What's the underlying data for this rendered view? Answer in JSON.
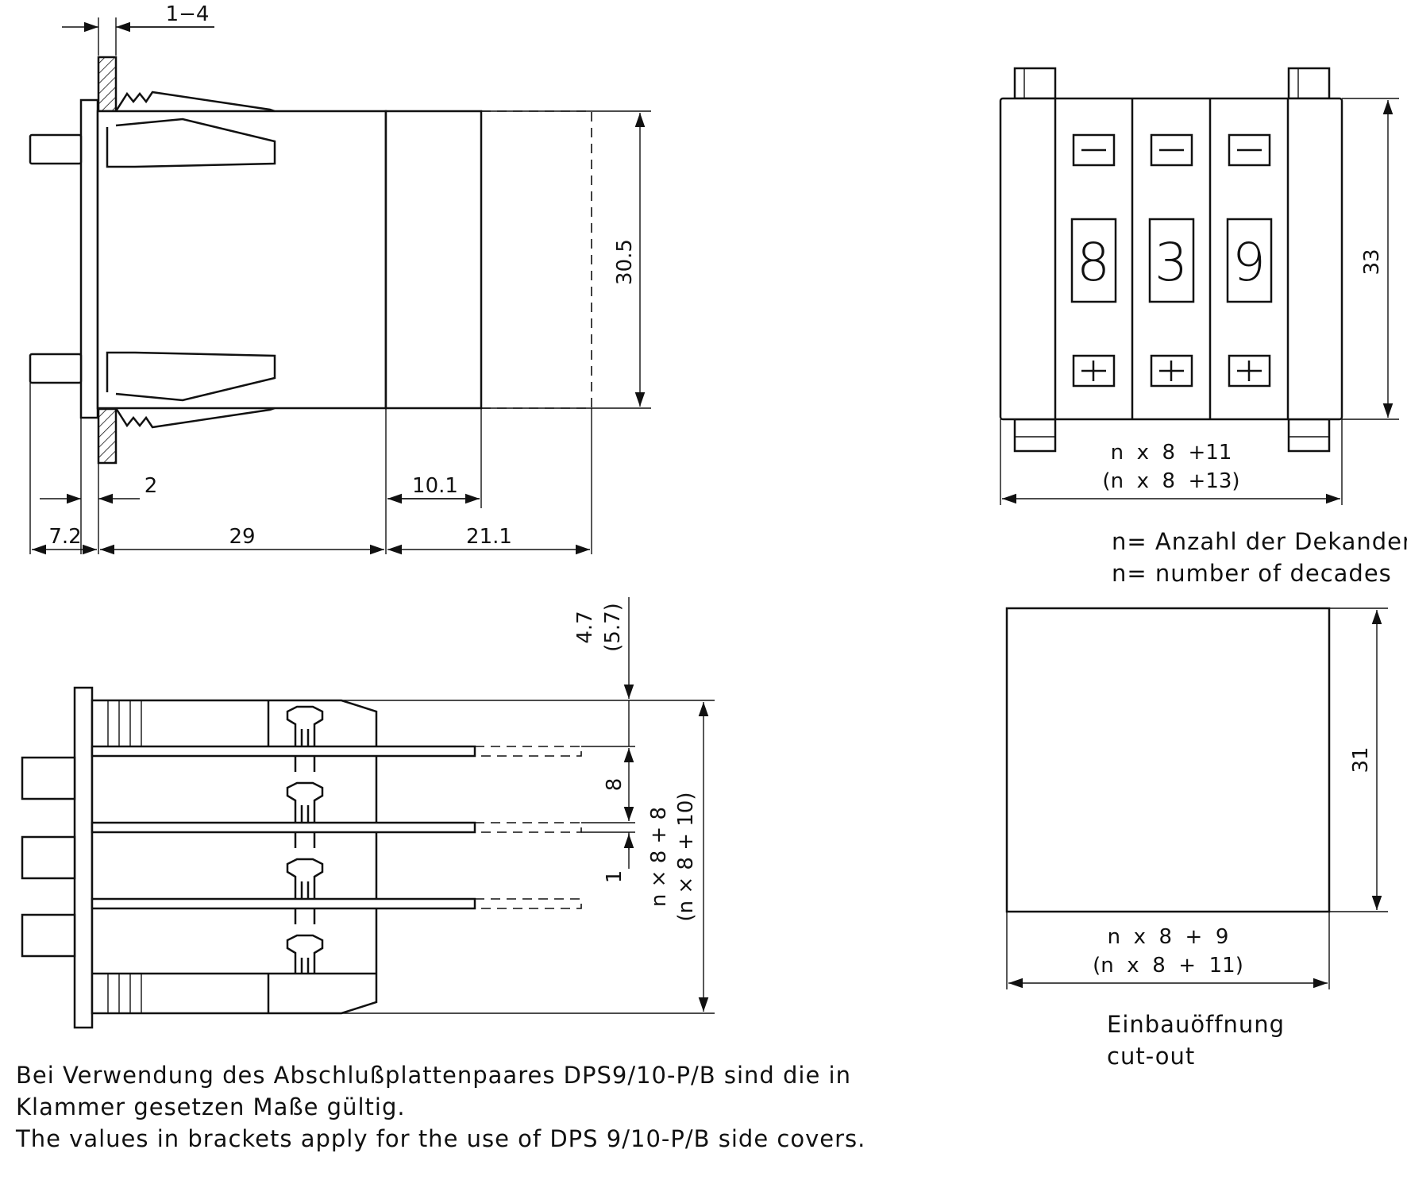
{
  "side_view": {
    "dim_panel": "1−4",
    "dim_height": "30.5",
    "dim_clip": "2",
    "dim_depth_back": "10.1",
    "dim_front": "7.2",
    "dim_body": "29",
    "dim_rear": "21.1"
  },
  "front_view": {
    "digits": [
      "8",
      "3",
      "9"
    ],
    "dim_height": "33",
    "dim_width_line1": "n  x  8  +11",
    "dim_width_line2": "(n  x  8  +13)",
    "legend_de": "n= Anzahl der Dekanden",
    "legend_en": "n= number of decades"
  },
  "stack_view": {
    "dim_top_line1": "4.7",
    "dim_top_line2": "(5.7)",
    "dim_pitch": "8",
    "dim_gap": "1",
    "dim_total_line1": "n × 8 + 8",
    "dim_total_line2": "(n × 8 + 10)"
  },
  "cutout_view": {
    "dim_height": "31",
    "dim_width_line1": "n  x  8  +  9",
    "dim_width_line2": "(n  x  8  +  11)",
    "label_de": "Einbauöffnung",
    "label_en": "cut-out"
  },
  "footnote": {
    "line1": "Bei Verwendung des Abschlußplattenpaares DPS9/10-P/B sind die in",
    "line2": "Klammer gesetzen Maße gültig.",
    "line3": "The values in brackets apply for the use of DPS 9/10-P/B side covers."
  }
}
